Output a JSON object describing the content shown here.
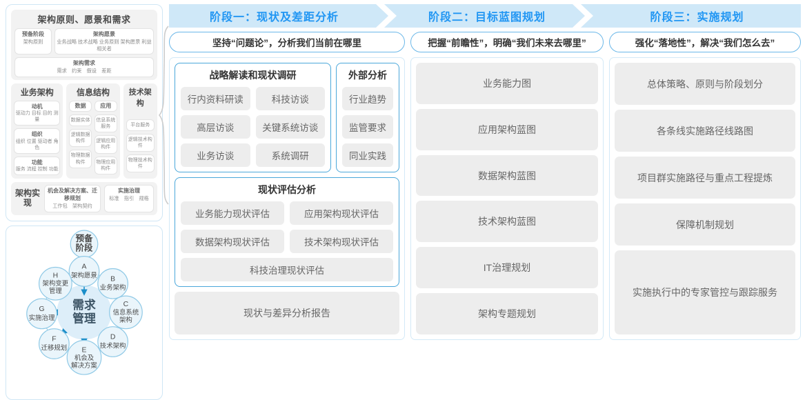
{
  "left_panel": {
    "togaf": {
      "header": "架构原则、愿景和需求",
      "top_row": [
        {
          "title": "预备阶段",
          "items": "架构原则"
        },
        {
          "title": "架构愿景",
          "items": "业务战略 技术战略 业务原则 架构愿景 利益相关者"
        }
      ],
      "requirement": {
        "title": "架构需求",
        "items": "需求　约束　假设　差距"
      },
      "columns": [
        {
          "title": "业务架构",
          "cells": [
            {
              "title": "动机",
              "items": "驱动力 目标 目的 测量"
            },
            {
              "title": "组织",
              "items": "组织 位置 驱动者 角色"
            },
            {
              "title": "功能",
              "items": "服务 流程 控制 功能"
            }
          ]
        },
        {
          "title": "信息结构",
          "sub_columns": [
            {
              "title": "数据",
              "cells": [
                "数据实体",
                "逻辑数据构件",
                "物理数据构件"
              ]
            },
            {
              "title": "应用",
              "cells": [
                "信息系统服务",
                "逻辑应用构件",
                "物理应用构件"
              ]
            }
          ]
        },
        {
          "title": "技术架构",
          "cells": [
            "平台服务",
            "逻辑技术构件",
            "物理技术构件"
          ]
        }
      ],
      "implementation": {
        "label": "架构实现",
        "cells": [
          {
            "title": "机会及解决方案、迁移规划",
            "items": "工作包　架构契约"
          },
          {
            "title": "实施治理",
            "items": "标准　指引　规格"
          }
        ]
      }
    },
    "cycle": {
      "prep": "预备阶段",
      "center": "需求管理",
      "nodes": [
        {
          "key": "A",
          "label": "架构愿景"
        },
        {
          "key": "B",
          "label": "业务架构"
        },
        {
          "key": "C",
          "label": "信息系统架构"
        },
        {
          "key": "D",
          "label": "技术架构"
        },
        {
          "key": "E",
          "label": "机会及解决方案"
        },
        {
          "key": "F",
          "label": "迁移规划"
        },
        {
          "key": "G",
          "label": "实施治理"
        },
        {
          "key": "H",
          "label": "架构变更管理"
        }
      ]
    }
  },
  "stages": [
    {
      "header": "阶段一：现状及差距分析",
      "subtitle": "坚持“问题论”，分析我们当前在哪里",
      "cards": [
        {
          "title": "战略解读和现状调研",
          "chips_left": [
            "行内资料研读",
            "高层访谈",
            "业务访谈"
          ],
          "chips_right": [
            "科技访谈",
            "关键系统访谈",
            "系统调研"
          ]
        },
        {
          "title": "外部分析",
          "chips": [
            "行业趋势",
            "监管要求",
            "同业实践"
          ]
        },
        {
          "title": "现状评估分析",
          "chips_left": [
            "业务能力现状评估",
            "数据架构现状评估"
          ],
          "chips_right": [
            "应用架构现状评估",
            "技术架构现状评估"
          ],
          "chips_full": [
            "科技治理现状评估"
          ]
        }
      ],
      "report": "现状与差异分析报告"
    },
    {
      "header": "阶段二：目标蓝图规划",
      "subtitle": "把握“前瞻性”，明确“我们未来去哪里”",
      "items": [
        "业务能力图",
        "应用架构蓝图",
        "数据架构蓝图",
        "技术架构蓝图",
        "IT治理规划",
        "架构专题规划"
      ]
    },
    {
      "header": "阶段三：实施规划",
      "subtitle": "强化“落地性”，解决“我们怎么去”",
      "items": [
        "总体策略、原则与阶段划分",
        "各条线实施路径线路图",
        "项目群实施路径与重点工程提炼",
        "保障机制规划",
        "实施执行中的专家管控与跟踪服务"
      ]
    }
  ],
  "colors": {
    "accent": "#2196f3",
    "band": "#cfe8f8",
    "card_border": "#4aa7da",
    "chip_bg": "#ededed",
    "node_fill": "#e8f4fb",
    "node_stroke": "#7fc4e4"
  }
}
